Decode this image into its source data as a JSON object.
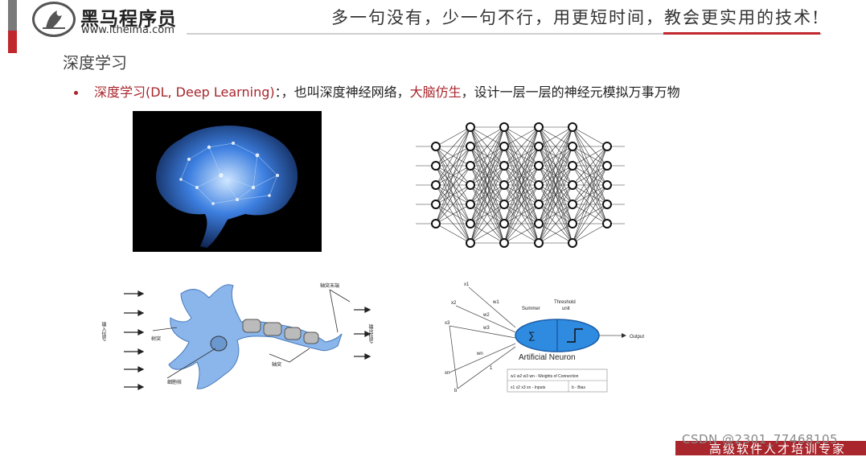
{
  "header": {
    "logo_name": "黑马程序员",
    "logo_url": "www.itheima.com",
    "slogan": "多一句没有，少一句不行，用更短时间，教会更实用的技术!"
  },
  "slide": {
    "title": "深度学习",
    "bullet": {
      "term": "深度学习(DL, Deep Learning)",
      "sep": "：，也叫深度神经网络，",
      "highlight": "大脑仿生",
      "rest": "，设计一层一层的神经元模拟万事万物"
    }
  },
  "neuron_diagram": {
    "input_label": "输入信号",
    "output_label": "输出信号",
    "dendrite_label": "树突",
    "nucleus_label": "细胞核",
    "axon_label": "轴突",
    "axon_terminal_label": "轴突末端"
  },
  "artificial_neuron": {
    "inputs": [
      "x1",
      "x2",
      "x3",
      "xn"
    ],
    "weights": [
      "w1",
      "w2",
      "w3",
      "wn"
    ],
    "bias_weight": "1",
    "bias": "b",
    "summer_label": "Summer",
    "threshold_label": "Threshold",
    "threshold_label2": "unit",
    "sum_text": "∑",
    "title": "Artificial Neuron",
    "output_label": "Output",
    "legend_line1": "w1 w2 w3 wn - Weights of Connection",
    "legend_line2_a": "x1 x2 x3 xn - Inputs",
    "legend_line2_b": "b - Bias"
  },
  "footer": {
    "band_text": "高级软件人才培训专家",
    "watermark": "CSDN @2301_77468105"
  },
  "colors": {
    "accent_red": "#c0282d",
    "highlight_red": "#a8262c",
    "neuron_blue": "#6fa2e0",
    "brain_glow": "#5aa7ff"
  }
}
